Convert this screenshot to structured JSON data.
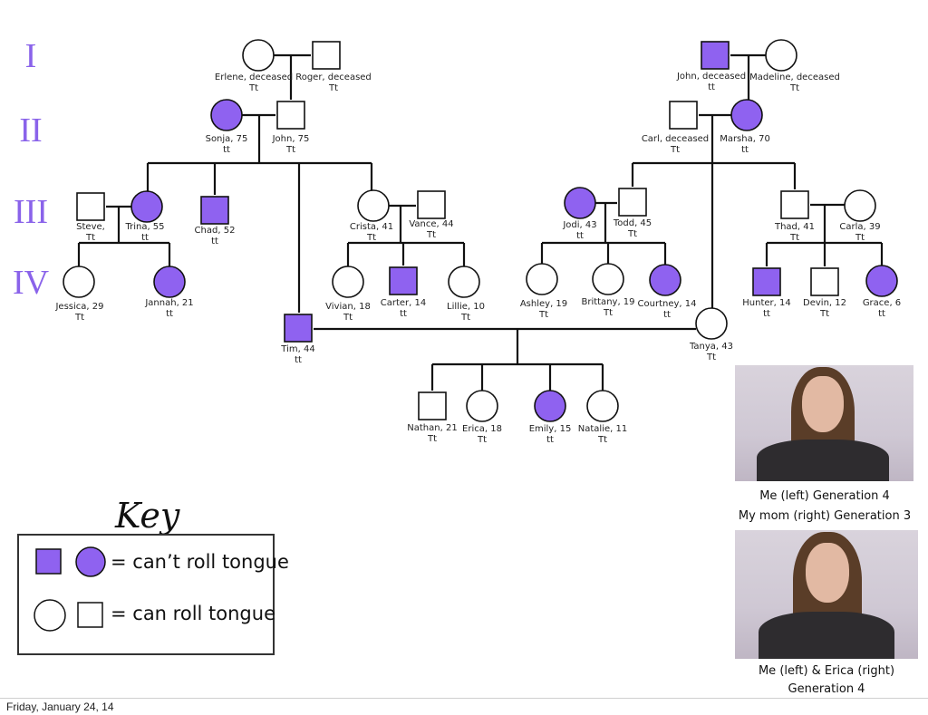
{
  "generations": [
    "I",
    "II",
    "III",
    "IV"
  ],
  "colors": {
    "affected": "#8f62f0",
    "unaffected": "#ffffff",
    "line": "#111111",
    "generation_label": "#8a63ea"
  },
  "people": [
    {
      "id": "erlene",
      "shape": "circle",
      "affected": false,
      "name": "Erlene, deceased",
      "genotype": "Tt"
    },
    {
      "id": "roger",
      "shape": "square",
      "affected": false,
      "name": "Roger, deceased",
      "genotype": "Tt"
    },
    {
      "id": "sonja",
      "shape": "circle",
      "affected": true,
      "name": "Sonja, 75",
      "genotype": "tt"
    },
    {
      "id": "john75",
      "shape": "square",
      "affected": false,
      "name": "John, 75",
      "genotype": "Tt"
    },
    {
      "id": "steve",
      "shape": "square",
      "affected": false,
      "name": "Steve,",
      "genotype": "Tt"
    },
    {
      "id": "trina",
      "shape": "circle",
      "affected": true,
      "name": "Trina, 55",
      "genotype": "tt"
    },
    {
      "id": "chad",
      "shape": "square",
      "affected": true,
      "name": "Chad, 52",
      "genotype": "tt"
    },
    {
      "id": "crista",
      "shape": "circle",
      "affected": false,
      "name": "Crista, 41",
      "genotype": "Tt"
    },
    {
      "id": "vance",
      "shape": "square",
      "affected": false,
      "name": "Vance, 44",
      "genotype": "Tt"
    },
    {
      "id": "jessica",
      "shape": "circle",
      "affected": false,
      "name": "Jessica, 29",
      "genotype": "Tt"
    },
    {
      "id": "jannah",
      "shape": "circle",
      "affected": true,
      "name": "Jannah, 21",
      "genotype": "tt"
    },
    {
      "id": "vivian",
      "shape": "circle",
      "affected": false,
      "name": "Vivian, 18",
      "genotype": "Tt"
    },
    {
      "id": "carter",
      "shape": "square",
      "affected": true,
      "name": "Carter, 14",
      "genotype": "tt"
    },
    {
      "id": "lillie",
      "shape": "circle",
      "affected": false,
      "name": "Lillie, 10",
      "genotype": "Tt"
    },
    {
      "id": "tim",
      "shape": "square",
      "affected": true,
      "name": "Tim, 44",
      "genotype": "tt"
    },
    {
      "id": "johnd",
      "shape": "square",
      "affected": true,
      "name": "John, deceased",
      "genotype": "tt"
    },
    {
      "id": "madeline",
      "shape": "circle",
      "affected": false,
      "name": "Madeline, deceased",
      "genotype": "Tt"
    },
    {
      "id": "carl",
      "shape": "square",
      "affected": false,
      "name": "Carl, deceased",
      "genotype": "Tt"
    },
    {
      "id": "marsha",
      "shape": "circle",
      "affected": true,
      "name": "Marsha, 70",
      "genotype": "tt"
    },
    {
      "id": "jodi",
      "shape": "circle",
      "affected": true,
      "name": "Jodi, 43",
      "genotype": "tt"
    },
    {
      "id": "todd",
      "shape": "square",
      "affected": false,
      "name": "Todd, 45",
      "genotype": "Tt"
    },
    {
      "id": "thad",
      "shape": "square",
      "affected": false,
      "name": "Thad, 41",
      "genotype": "Tt"
    },
    {
      "id": "carla",
      "shape": "circle",
      "affected": false,
      "name": "Carla, 39",
      "genotype": "Tt"
    },
    {
      "id": "ashley",
      "shape": "circle",
      "affected": false,
      "name": "Ashley, 19",
      "genotype": "Tt"
    },
    {
      "id": "brittany",
      "shape": "circle",
      "affected": false,
      "name": "Brittany, 19",
      "genotype": "Tt"
    },
    {
      "id": "courtney",
      "shape": "circle",
      "affected": true,
      "name": "Courtney, 14",
      "genotype": "tt"
    },
    {
      "id": "hunter",
      "shape": "square",
      "affected": true,
      "name": "Hunter, 14",
      "genotype": "tt"
    },
    {
      "id": "devin",
      "shape": "square",
      "affected": false,
      "name": "Devin, 12",
      "genotype": "Tt"
    },
    {
      "id": "grace",
      "shape": "circle",
      "affected": true,
      "name": "Grace, 6",
      "genotype": "tt"
    },
    {
      "id": "tanya",
      "shape": "circle",
      "affected": false,
      "name": "Tanya, 43",
      "genotype": "Tt"
    },
    {
      "id": "nathan",
      "shape": "square",
      "affected": false,
      "name": "Nathan, 21",
      "genotype": "Tt"
    },
    {
      "id": "erica",
      "shape": "circle",
      "affected": false,
      "name": "Erica, 18",
      "genotype": "Tt"
    },
    {
      "id": "emily",
      "shape": "circle",
      "affected": true,
      "name": "Emily, 15",
      "genotype": "tt"
    },
    {
      "id": "natalie",
      "shape": "circle",
      "affected": false,
      "name": "Natalie, 11",
      "genotype": "Tt"
    }
  ],
  "key": {
    "title": "Key",
    "affected_text": "= can’t roll tongue",
    "unaffected_text": "= can roll tongue"
  },
  "photos": [
    {
      "caption_line1": "Me (left) Generation 4",
      "caption_line2": "My mom (right) Generation 3"
    },
    {
      "caption_line1": "Me (left) & Erica (right)",
      "caption_line2": "Generation 4"
    }
  ],
  "footer": {
    "date": "Friday, January 24, 14"
  }
}
